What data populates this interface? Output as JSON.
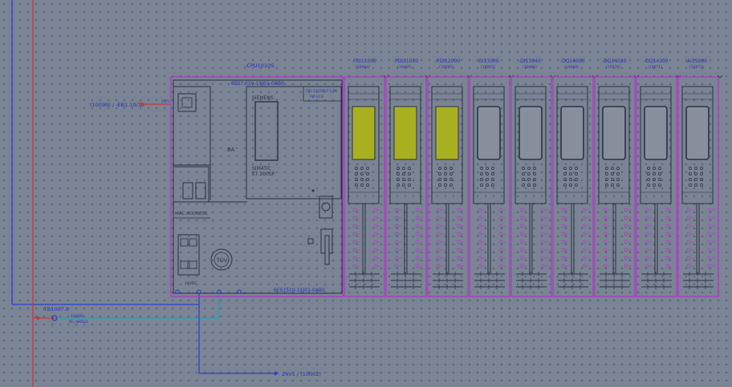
{
  "diagram": {
    "cpu_tag": "-CPU1010S",
    "cpu_order_top": "6ES7 510-1SJ01-0AB0",
    "cpu_order_bottom": "6ES7510-1SJ01-0AB0",
    "cpu_order_side": "CPU 1510SP F-1 PN",
    "cpu_fw": "FW V2.0",
    "cpu_brand": "SIEMENS",
    "cpu_model_line1": "SIMATIC",
    "cpu_model_line2": "ET 200SP",
    "cpu_slot": "8A",
    "mac_label": "MAC ADDRESS",
    "port_label": "X1P1",
    "tuv_label": "TÜV",
    "power_label": "24VDC",
    "left_xref": "(10099) / -EB1.10/13",
    "bus_terminal_tag": "-TB1007.0",
    "bus_terminal_note": "10/285",
    "bus_terminal_sub": "FE / SHIELD",
    "bottom_xref": "24V1 / (10002)"
  },
  "modules": [
    {
      "tag": "-FDI11000",
      "sub": "(10064)",
      "display": "yellow"
    },
    {
      "tag": "-FDI11020",
      "sub": "(10065)",
      "display": "yellow"
    },
    {
      "tag": "-FDI12000",
      "sub": "(10066)",
      "display": "yellow"
    },
    {
      "tag": "-DI13000",
      "sub": "(10067)",
      "display": "grey"
    },
    {
      "tag": "-DI13040",
      "sub": "(10068)",
      "display": "grey"
    },
    {
      "tag": "-DQ14000",
      "sub": "(10069)",
      "display": "grey"
    },
    {
      "tag": "-DQ14020",
      "sub": "(10070)",
      "display": "grey"
    },
    {
      "tag": "-DQ14100",
      "sub": "(10071)",
      "display": "grey"
    },
    {
      "tag": "-AI15000",
      "sub": "(10072)",
      "display": "grey"
    }
  ],
  "colors": {
    "background": "#7b8494",
    "frame": "#a83fc1",
    "line": "#2a3245",
    "wire_blue": "#2f3fd0",
    "wire_red": "#c8383c",
    "wire_cyan": "#1fa2b8",
    "display_yellow": "#a8b020",
    "display_grey": "#868f9b",
    "label": "#2230b8"
  }
}
